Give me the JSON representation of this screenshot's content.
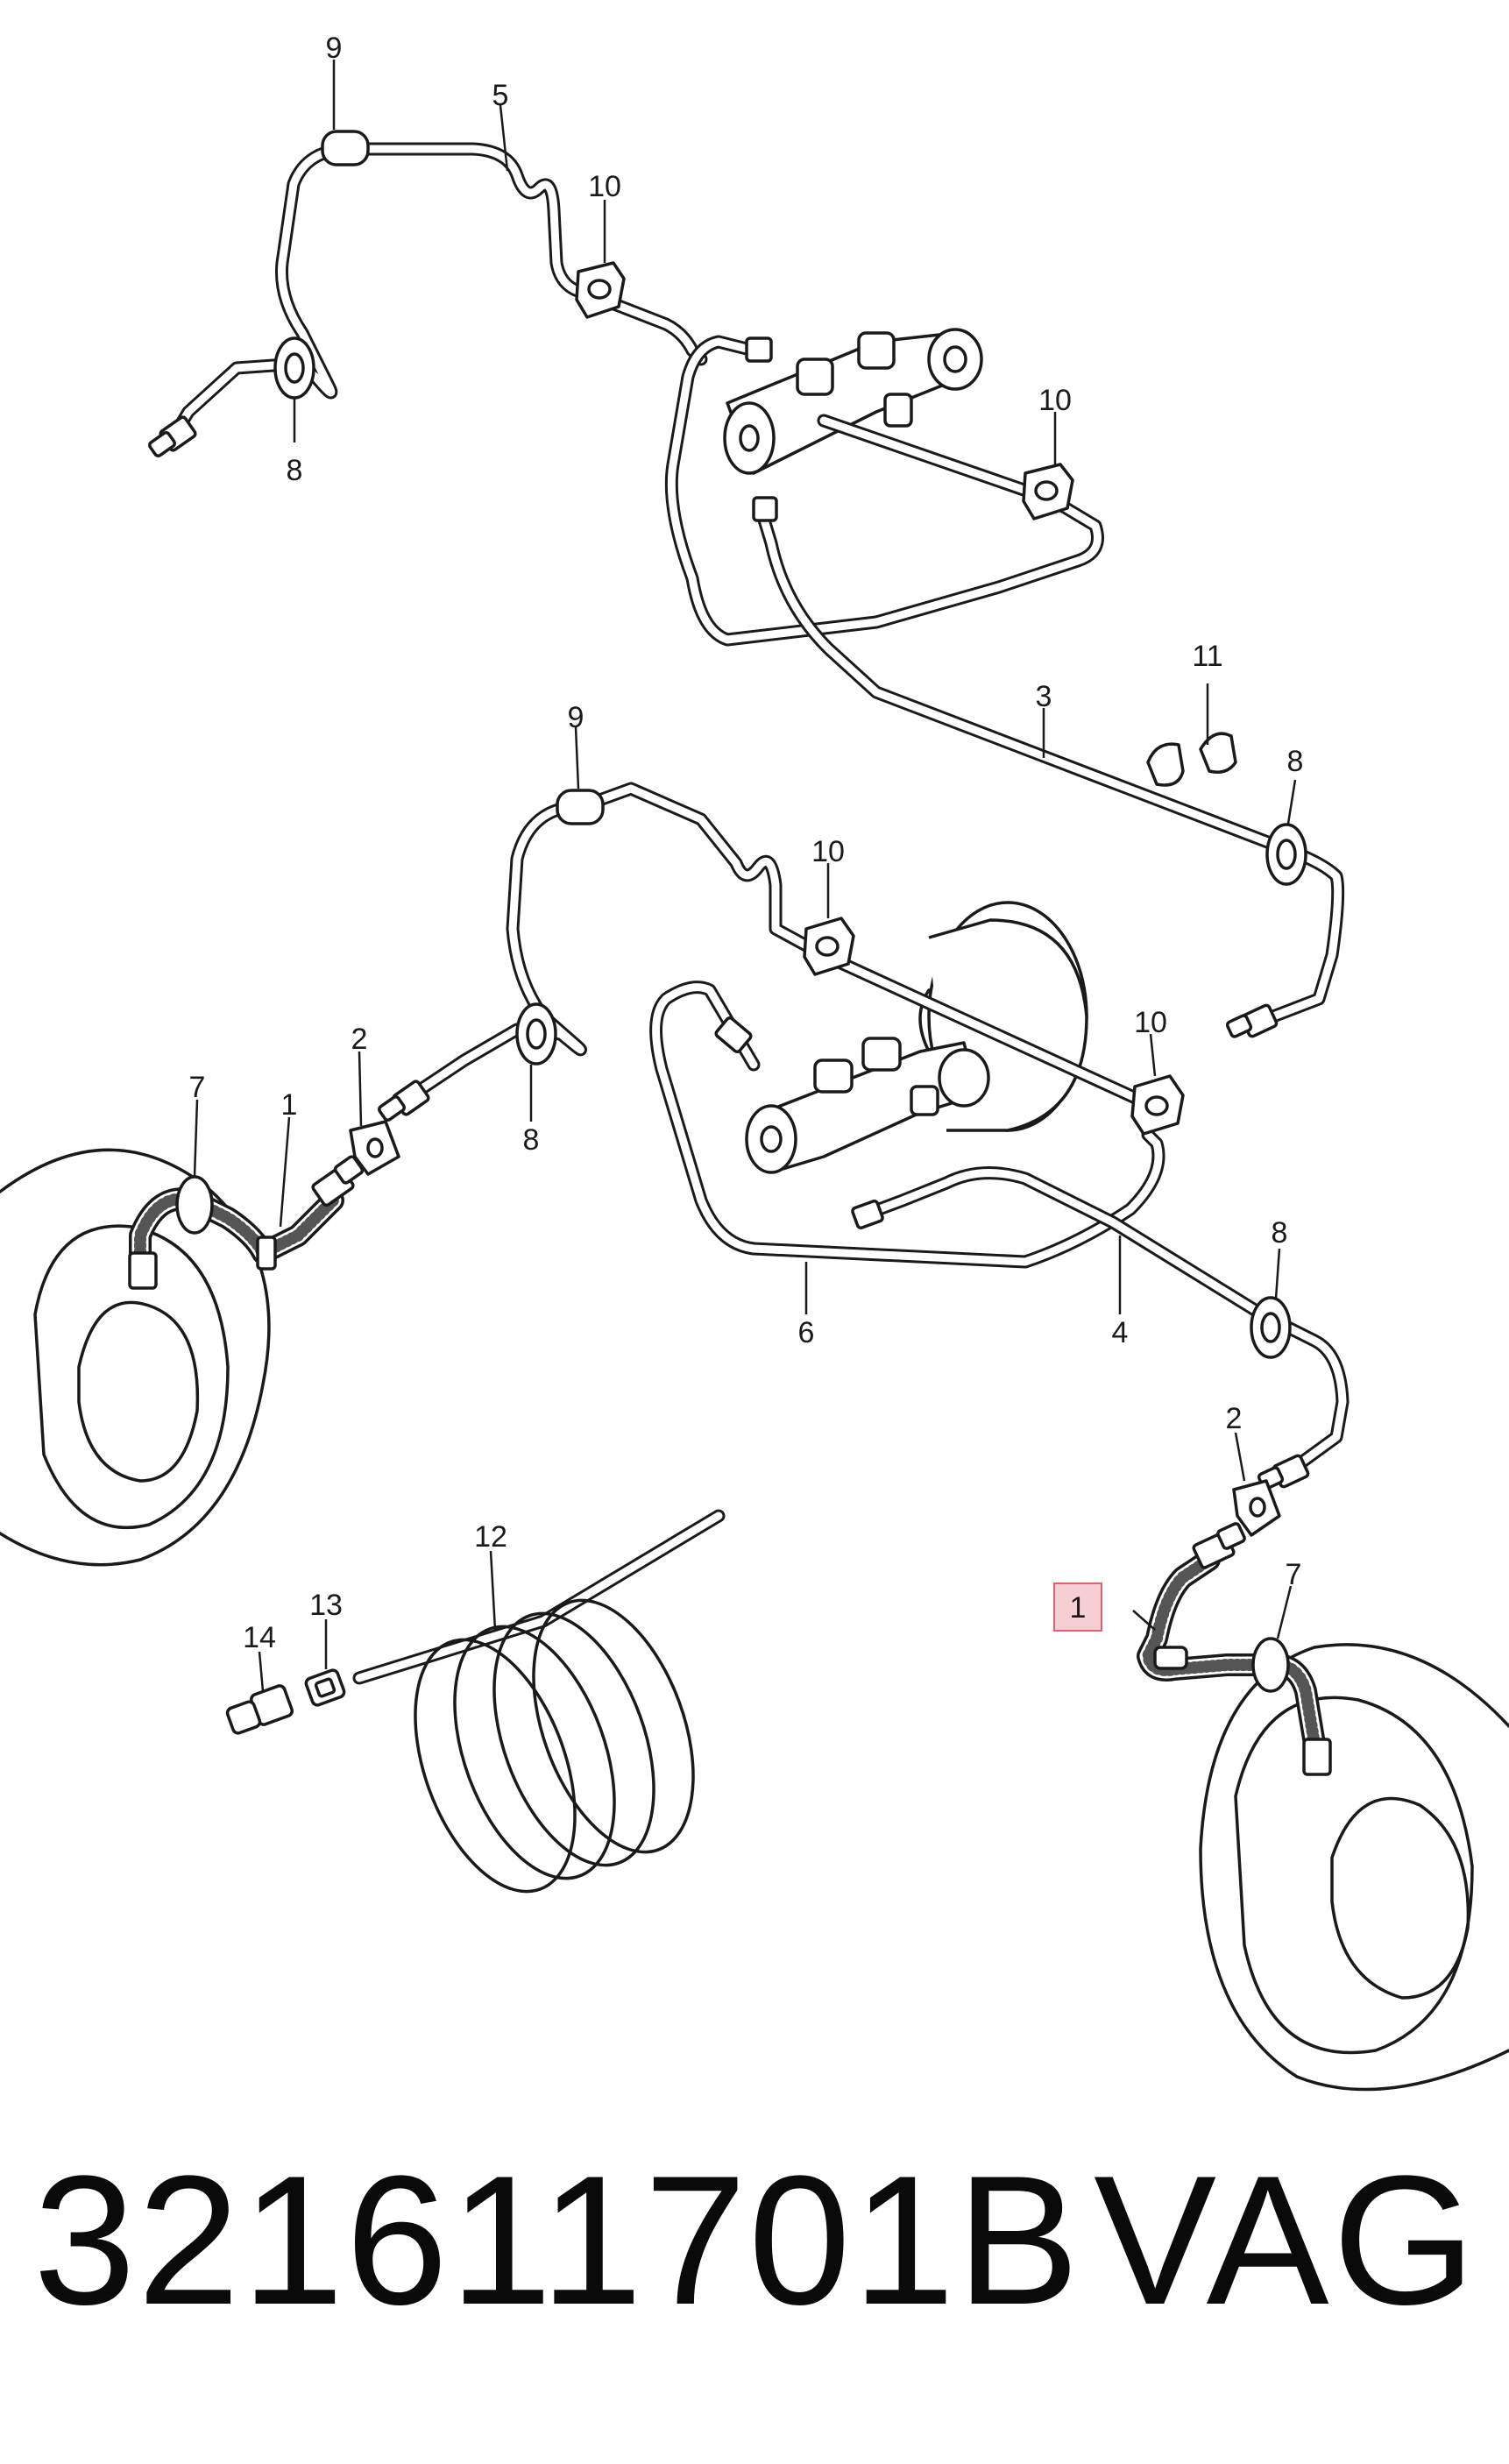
{
  "diagram": {
    "callouts": {
      "c1a": "1",
      "c1b": "1",
      "c2a": "2",
      "c2b": "2",
      "c3": "3",
      "c4": "4",
      "c5": "5",
      "c6": "6",
      "c7a": "7",
      "c7b": "7",
      "c8a": "8",
      "c8b": "8",
      "c8c": "8",
      "c8d": "8",
      "c9a": "9",
      "c9b": "9",
      "c10a": "10",
      "c10b": "10",
      "c10c": "10",
      "c10d": "10",
      "c11": "11",
      "c12": "12",
      "c13": "13",
      "c14": "14"
    },
    "highlight_color": "#f5cfd3"
  },
  "footer": {
    "part_number": "321611701B",
    "brand": "VAG"
  }
}
